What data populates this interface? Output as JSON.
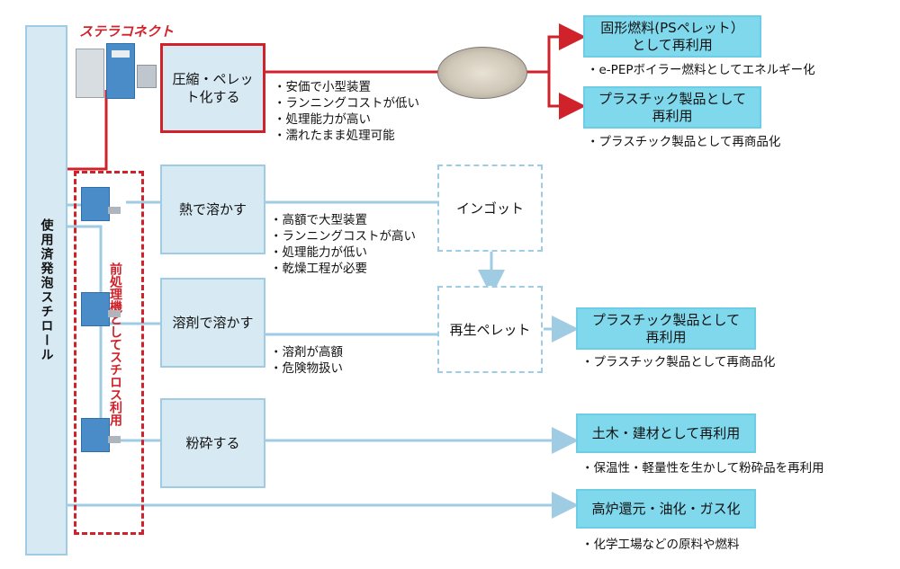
{
  "source": {
    "label": "使用済発泡スチロール"
  },
  "brand": {
    "label": "ステラコネクト"
  },
  "pre_label": "前処理機としてスチロス利用",
  "processes": {
    "compress": {
      "label_line1": "圧縮・ペレッ",
      "label_line2": "ト化する",
      "notes": [
        "・安価で小型装置",
        "・ランニングコストが低い",
        "・処理能力が高い",
        "・濡れたまま処理可能"
      ]
    },
    "heat": {
      "label": "熱で溶かす",
      "notes": [
        "・高額で大型装置",
        "・ランニングコストが高い",
        "・処理能力が低い",
        "・乾燥工程が必要"
      ]
    },
    "solvent": {
      "label": "溶剤で溶かす",
      "notes": [
        "・溶剤が高額",
        "・危険物扱い"
      ]
    },
    "crush": {
      "label": "粉砕する"
    }
  },
  "intermediates": {
    "ingot": "インゴット",
    "repellet": "再生ペレット"
  },
  "outputs": {
    "solid_fuel": {
      "line1": "固形燃料(PSペレット）",
      "line2": "として再利用",
      "note": "・e-PEPボイラー燃料としてエネルギー化"
    },
    "plastic_red": {
      "line1": "プラスチック製品として",
      "line2": "再利用",
      "note": "・プラスチック製品として再商品化"
    },
    "plastic_blue": {
      "line1": "プラスチック製品として",
      "line2": "再利用",
      "note": "・プラスチック製品として再商品化"
    },
    "civil": {
      "line1": "土木・建材として再利用",
      "note": "・保温性・軽量性を生かして粉砕品を再利用"
    },
    "furnace": {
      "line1": "高炉還元・油化・ガス化",
      "note": "・化学工場などの原料や燃料"
    }
  },
  "colors": {
    "red": "#d0222a",
    "blue": "#9fcbe3",
    "cyan": "#7fd8ec",
    "proc": "#d7e9f3"
  }
}
